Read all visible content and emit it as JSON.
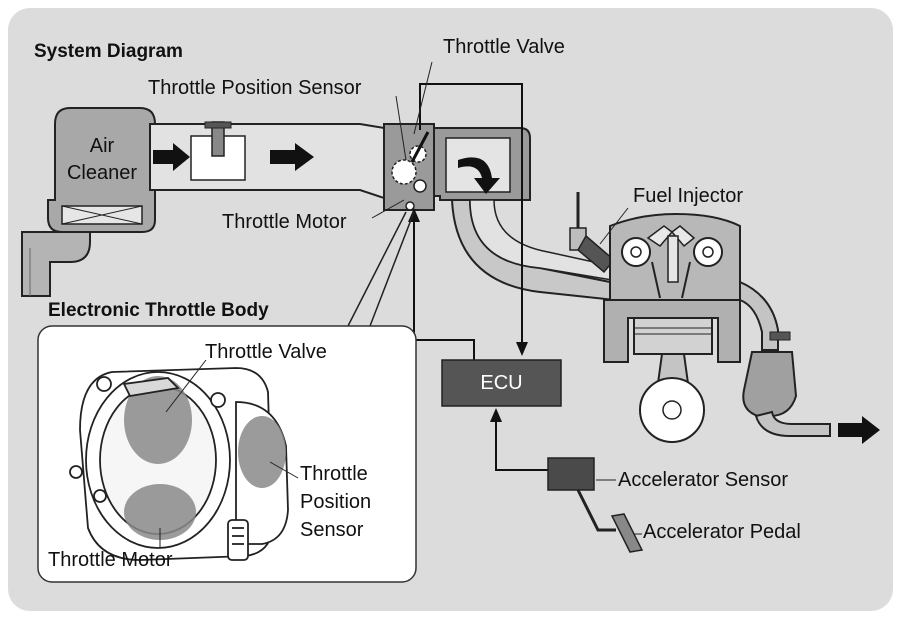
{
  "labels": {
    "system_diagram": "System Diagram",
    "throttle_valve_top": "Throttle Valve",
    "throttle_position_sensor_top": "Throttle  Position  Sensor",
    "air_cleaner_line1": "Air",
    "air_cleaner_line2": "Cleaner",
    "throttle_motor_top": "Throttle  Motor",
    "fuel_injector": "Fuel Injector",
    "electronic_throttle_body": "Electronic Throttle Body",
    "throttle_valve_inset": "Throttle Valve",
    "tps_inset_line1": "Throttle",
    "tps_inset_line2": "Position",
    "tps_inset_line3": "Sensor",
    "throttle_motor_inset": "Throttle Motor",
    "ecu": "ECU",
    "accelerator_sensor": "Accelerator Sensor",
    "accelerator_pedal": "Accelerator Pedal"
  },
  "colors": {
    "background_panel": "#dcdcdc",
    "component_fill": "#bdbdbd",
    "ecu_fill": "#555555",
    "highlight": "#8a8a8a"
  }
}
